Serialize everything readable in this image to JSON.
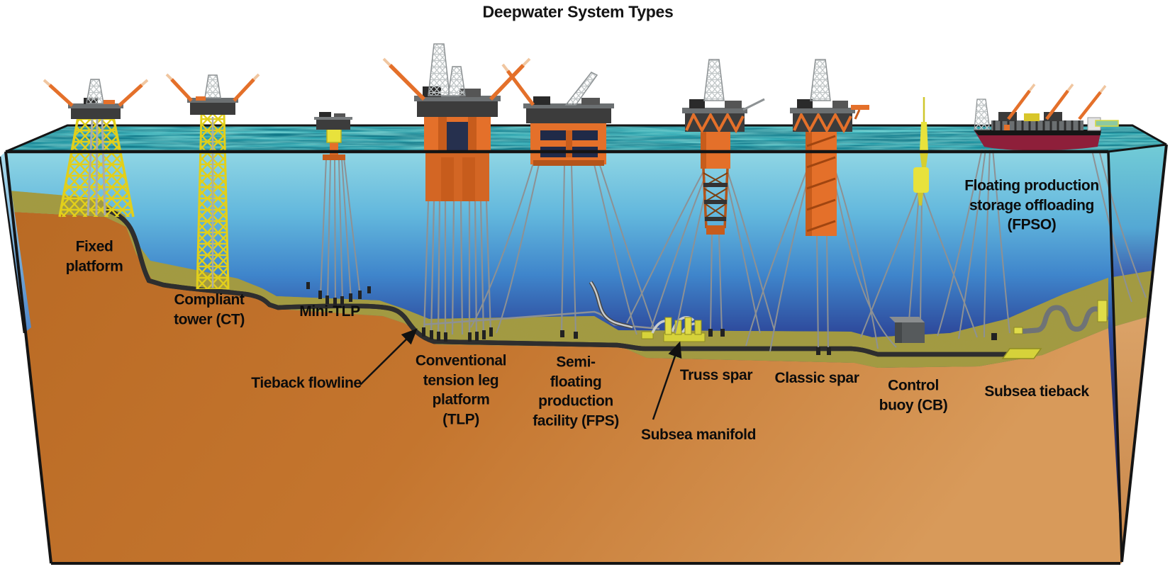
{
  "title": "Deepwater System Types",
  "labels": {
    "fixed_platform": "Fixed\nplatform",
    "compliant_tower": "Compliant\ntower (CT)",
    "mini_tlp": "Mini-TLP",
    "tieback_flowline": "Tieback flowline",
    "tlp": "Conventional\ntension leg\nplatform\n(TLP)",
    "fps": "Semi-\nfloating\nproduction\nfacility (FPS)",
    "subsea_manifold": "Subsea manifold",
    "truss_spar": "Truss spar",
    "classic_spar": "Classic spar",
    "control_buoy": "Control\nbuoy (CB)",
    "fpso": "Floating production\nstorage offloading\n(FPSO)",
    "subsea_tieback": "Subsea tieback"
  },
  "colors": {
    "water_surface": "#35b0ba",
    "water_shallow": "#90d6e4",
    "water_deep": "#232b62",
    "seabed_olive": "#a29a42",
    "earth_orange": "#c2702b",
    "platform_orange": "#e4702a",
    "lattice_yellow": "#e2cf1a",
    "fpso_hull_maroon": "#8e1f3a",
    "buoy_yellow": "#e8e23c",
    "label_text": "#0c0c0c"
  }
}
